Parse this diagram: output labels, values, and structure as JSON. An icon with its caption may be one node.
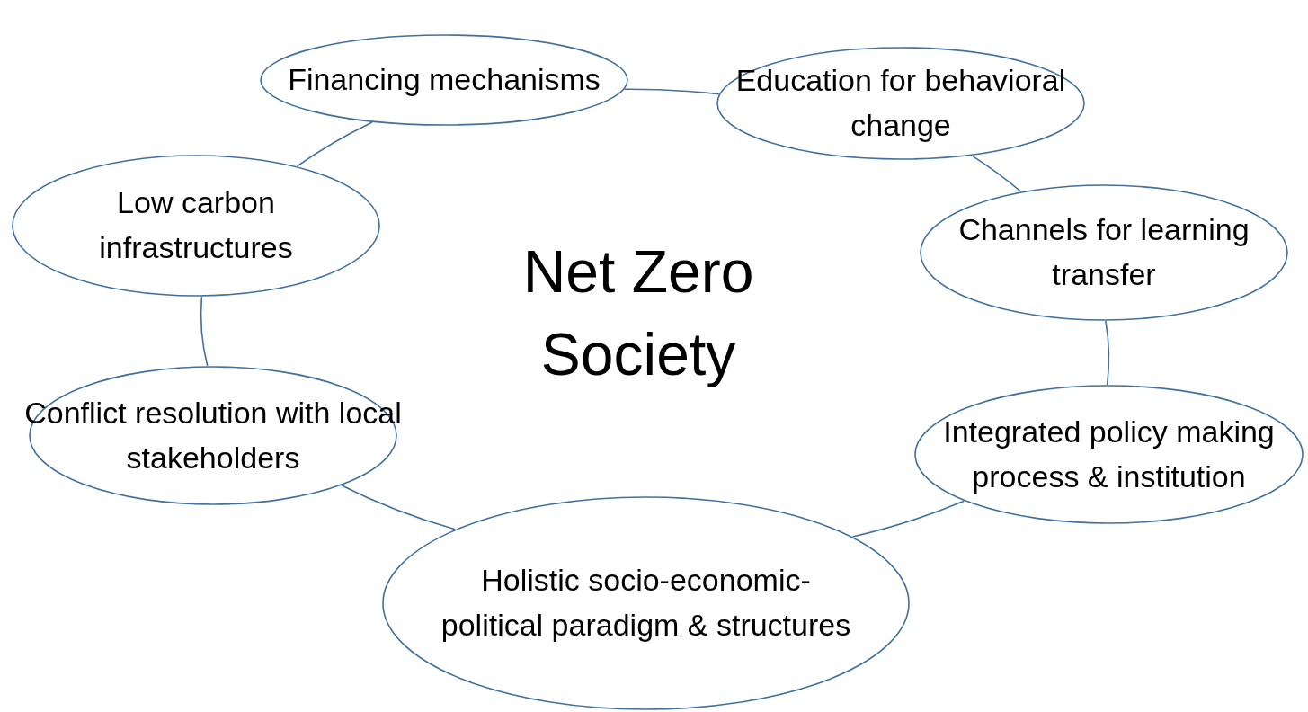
{
  "diagram": {
    "title": "Net Zero Society",
    "nodes": [
      {
        "text": [
          "Financing mechanisms"
        ]
      },
      {
        "text": [
          "Education for behavioral change"
        ]
      },
      {
        "text": [
          "Channels for learning transfer"
        ]
      },
      {
        "text": [
          "Integrated policy making process & institution"
        ]
      },
      {
        "text": [
          "Holistic socio-economic-political paradigm & structures"
        ]
      },
      {
        "text": [
          "Conflict resolution with local stakeholders"
        ]
      },
      {
        "text": [
          "Low carbon infrastructures"
        ]
      }
    ],
    "edges": [
      {
        "from": 0,
        "to": 1,
        "arrow": "none"
      },
      {
        "from": 1,
        "to": 2,
        "arrow": "none"
      },
      {
        "from": 2,
        "to": 3,
        "arrow": "none"
      },
      {
        "from": 3,
        "to": 4,
        "arrow": "none"
      },
      {
        "from": 4,
        "to": 5,
        "arrow": "none"
      },
      {
        "from": 5,
        "to": 6,
        "arrow": "none"
      },
      {
        "from": 6,
        "to": 0,
        "arrow": "none"
      }
    ]
  }
}
